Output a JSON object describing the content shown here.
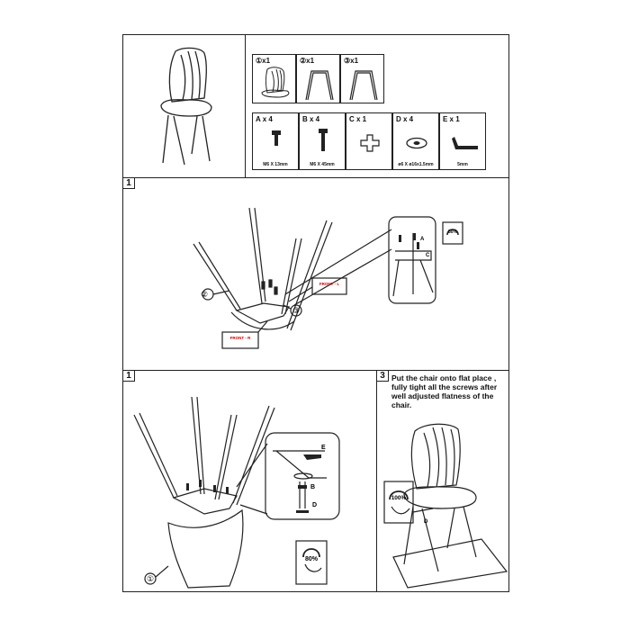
{
  "parts": [
    {
      "id": "part-1",
      "label": "①x1"
    },
    {
      "id": "part-2",
      "label": "②x1"
    },
    {
      "id": "part-3",
      "label": "③x1"
    }
  ],
  "hardware": [
    {
      "id": "hw-a",
      "label": "A x 4",
      "spec": "M6 X 13mm"
    },
    {
      "id": "hw-b",
      "label": "B x 4",
      "spec": "M6 X 45mm"
    },
    {
      "id": "hw-c",
      "label": "C x 1",
      "spec": ""
    },
    {
      "id": "hw-d",
      "label": "D x 4",
      "spec": "ø6 X ø16x1.5mm"
    },
    {
      "id": "hw-e",
      "label": "E x 1",
      "spec": "5mm"
    }
  ],
  "step1_top": {
    "number": "1",
    "callouts": {
      "leg_frame": "②",
      "cross": "③"
    },
    "tags": {
      "front_left": "FRONT - L",
      "front_right": "FRONT - R"
    },
    "torque": "80%",
    "detail_letters": [
      "A",
      "C"
    ]
  },
  "step1_bottom": {
    "number": "1",
    "seat_callout": "①",
    "torque": "80%",
    "detail_letters": [
      "E",
      "B",
      "D"
    ]
  },
  "step3": {
    "number": "3",
    "instruction": [
      "Put the chair onto flat place ,",
      "fully tight all the screws after",
      "well adjusted flatness of the",
      "chair."
    ],
    "torque": "100%",
    "detail_letter": "D"
  }
}
